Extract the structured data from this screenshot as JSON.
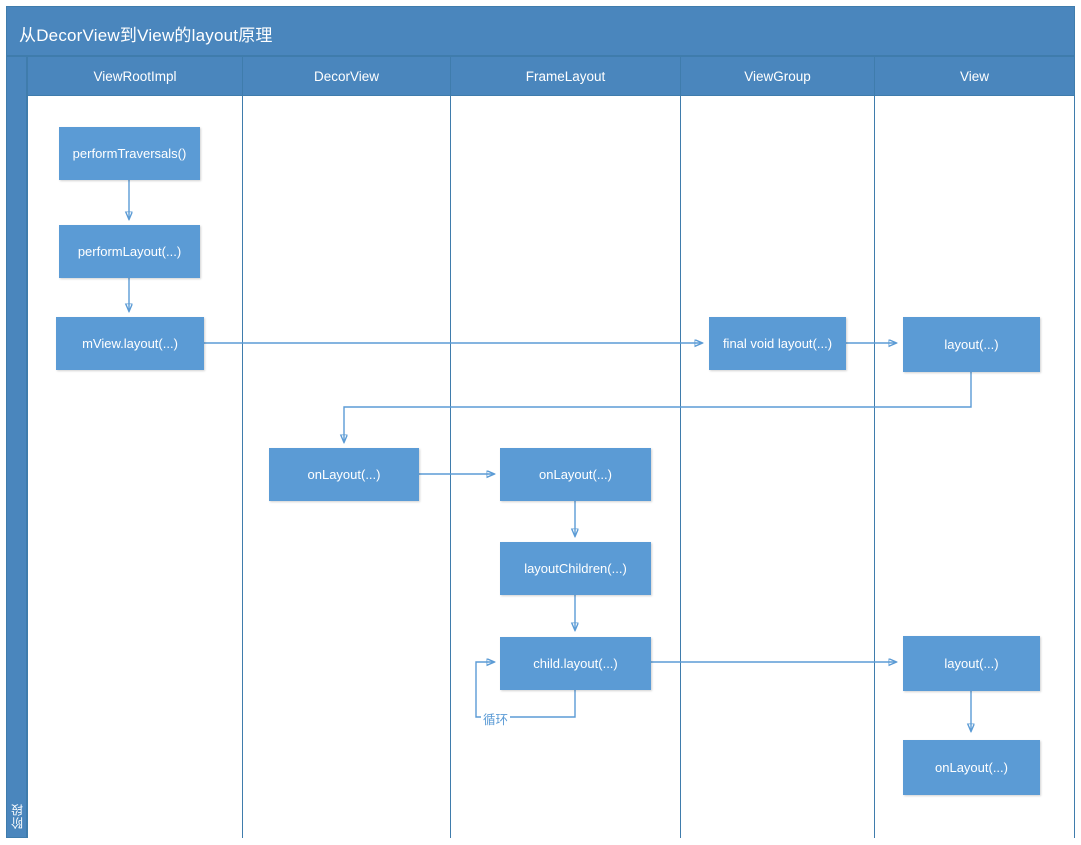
{
  "diagram": {
    "title": "从DecorView到View的layout原理",
    "phase_label": "阶段",
    "loop_label": "循环",
    "colors": {
      "header_blue": "#4a86bd",
      "node_blue": "#5b9bd5",
      "border_blue": "#3f7cac",
      "connector_blue": "#5b9bd5",
      "canvas_white": "#ffffff",
      "text_white": "#ffffff"
    },
    "columns": [
      {
        "id": "viewrootimpl",
        "label": "ViewRootImpl"
      },
      {
        "id": "decorview",
        "label": "DecorView"
      },
      {
        "id": "framelayout",
        "label": "FrameLayout"
      },
      {
        "id": "viewgroup",
        "label": "ViewGroup"
      },
      {
        "id": "view",
        "label": "View"
      }
    ],
    "nodes": [
      {
        "id": "n1",
        "column": "viewrootimpl",
        "label": "performTraversals()"
      },
      {
        "id": "n2",
        "column": "viewrootimpl",
        "label": "performLayout(...)"
      },
      {
        "id": "n3",
        "column": "viewrootimpl",
        "label": "mView.layout(...)"
      },
      {
        "id": "n4",
        "column": "viewgroup",
        "label": "final void layout(...)"
      },
      {
        "id": "n5",
        "column": "view",
        "label": "layout(...)"
      },
      {
        "id": "n6",
        "column": "decorview",
        "label": "onLayout(...)"
      },
      {
        "id": "n7",
        "column": "framelayout",
        "label": "onLayout(...)"
      },
      {
        "id": "n8",
        "column": "framelayout",
        "label": "layoutChildren(...)"
      },
      {
        "id": "n9",
        "column": "framelayout",
        "label": "child.layout(...)"
      },
      {
        "id": "n10",
        "column": "view",
        "label": "layout(...)"
      },
      {
        "id": "n11",
        "column": "view",
        "label": "onLayout(...)"
      }
    ],
    "edges": [
      {
        "from": "n1",
        "to": "n2",
        "label": ""
      },
      {
        "from": "n2",
        "to": "n3",
        "label": ""
      },
      {
        "from": "n3",
        "to": "n4",
        "label": ""
      },
      {
        "from": "n4",
        "to": "n5",
        "label": ""
      },
      {
        "from": "n5",
        "to": "n6",
        "label": ""
      },
      {
        "from": "n6",
        "to": "n7",
        "label": ""
      },
      {
        "from": "n7",
        "to": "n8",
        "label": ""
      },
      {
        "from": "n8",
        "to": "n9",
        "label": ""
      },
      {
        "from": "n9",
        "to": "n10",
        "label": ""
      },
      {
        "from": "n10",
        "to": "n11",
        "label": ""
      },
      {
        "from": "n9",
        "to": "n9",
        "label": "循环"
      }
    ]
  }
}
